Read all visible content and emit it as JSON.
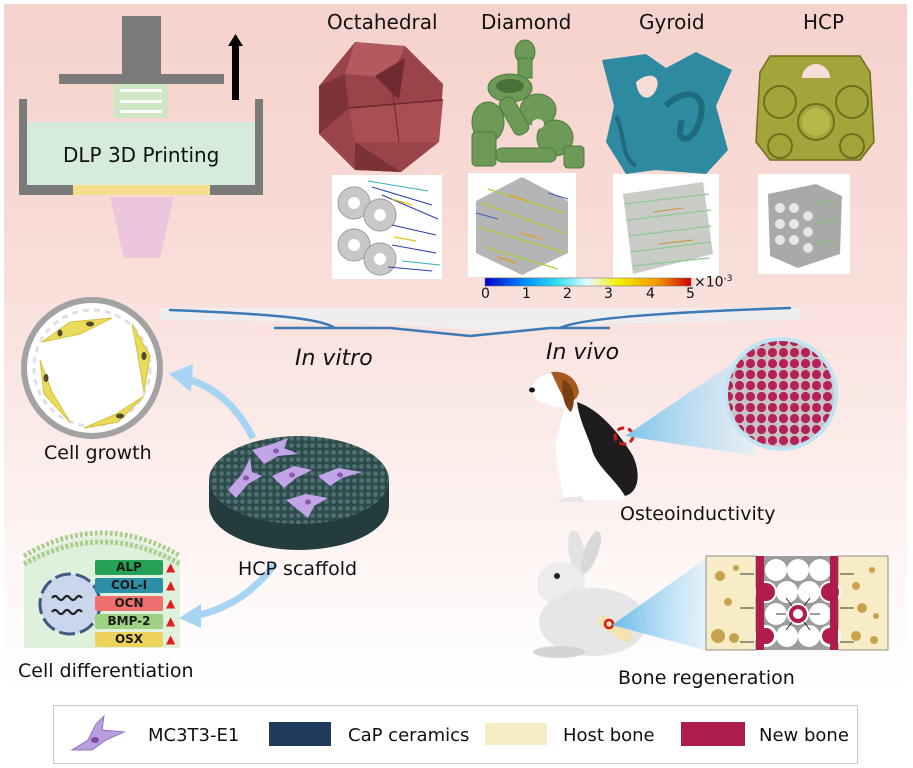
{
  "printing": {
    "label": "DLP 3D Printing",
    "icons": [
      "build-platform",
      "up-arrow-icon",
      "resin-vat",
      "light-projector"
    ]
  },
  "structures": {
    "items": [
      {
        "name": "Octahedral",
        "color": "#9a4449"
      },
      {
        "name": "Diamond",
        "color": "#6e9a58"
      },
      {
        "name": "Gyroid",
        "color": "#2e8aa0"
      },
      {
        "name": "HCP",
        "color": "#a3a43a"
      }
    ]
  },
  "colorbar": {
    "ticks": [
      "0",
      "1",
      "2",
      "3",
      "4",
      "5"
    ],
    "exponent_label": "×10",
    "exponent_power": "-3",
    "range": [
      0,
      5
    ],
    "colormap": [
      "#0000c8",
      "#00b4f0",
      "#d0f4ff",
      "#f5f000",
      "#f08000",
      "#d00000"
    ]
  },
  "branches": {
    "in_vitro": "In vitro",
    "in_vivo": "In vivo"
  },
  "in_vitro": {
    "cell_growth": "Cell growth",
    "scaffold": "HCP scaffold",
    "cell_differentiation": "Cell differentiation",
    "genes": [
      {
        "name": "ALP",
        "color": "#26a257",
        "trend": "up"
      },
      {
        "name": "COL-I",
        "color": "#2c8fa6",
        "trend": "up"
      },
      {
        "name": "OCN",
        "color": "#ef6f6c",
        "trend": "up"
      },
      {
        "name": "BMP-2",
        "color": "#9fd182",
        "trend": "up"
      },
      {
        "name": "OSX",
        "color": "#edd35c",
        "trend": "up"
      }
    ]
  },
  "in_vivo": {
    "osteoinductivity": "Osteoinductivity",
    "bone_regeneration": "Bone regeneration",
    "models": [
      "dog",
      "rabbit"
    ]
  },
  "legend": {
    "items": [
      {
        "label": "MC3T3-E1",
        "icon": "cell-icon",
        "color": "#b99ee0"
      },
      {
        "label": "CaP ceramics",
        "color": "#1f3a5a"
      },
      {
        "label": "Host bone",
        "color": "#f7ecc6"
      },
      {
        "label": "New bone",
        "color": "#ae1d4c"
      }
    ]
  }
}
